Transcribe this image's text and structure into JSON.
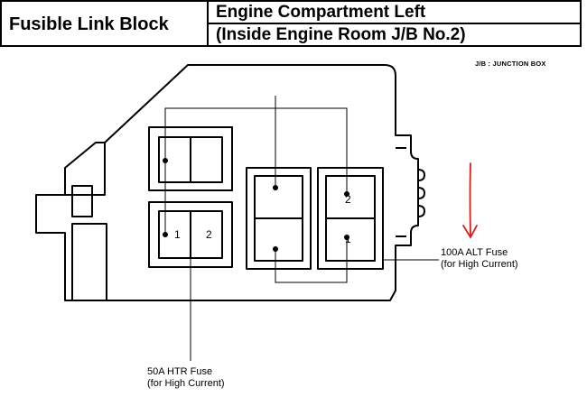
{
  "header": {
    "title": "Fusible Link Block",
    "subtitle_line1": "Engine Compartment Left",
    "subtitle_line2": "(Inside Engine Room J/B No.2)"
  },
  "note": "J/B : JUNCTION BOX",
  "fuses": {
    "alt": {
      "name": "100A ALT Fuse",
      "detail": "(for High Current)"
    },
    "htr": {
      "name": "50A HTR Fuse",
      "detail": "(for High Current)"
    }
  },
  "terminals": {
    "htr_1": "1",
    "htr_2": "2",
    "alt_2": "2",
    "alt_1": "1"
  },
  "colors": {
    "line": "#000000",
    "annotation_arrow": "#d62020"
  }
}
